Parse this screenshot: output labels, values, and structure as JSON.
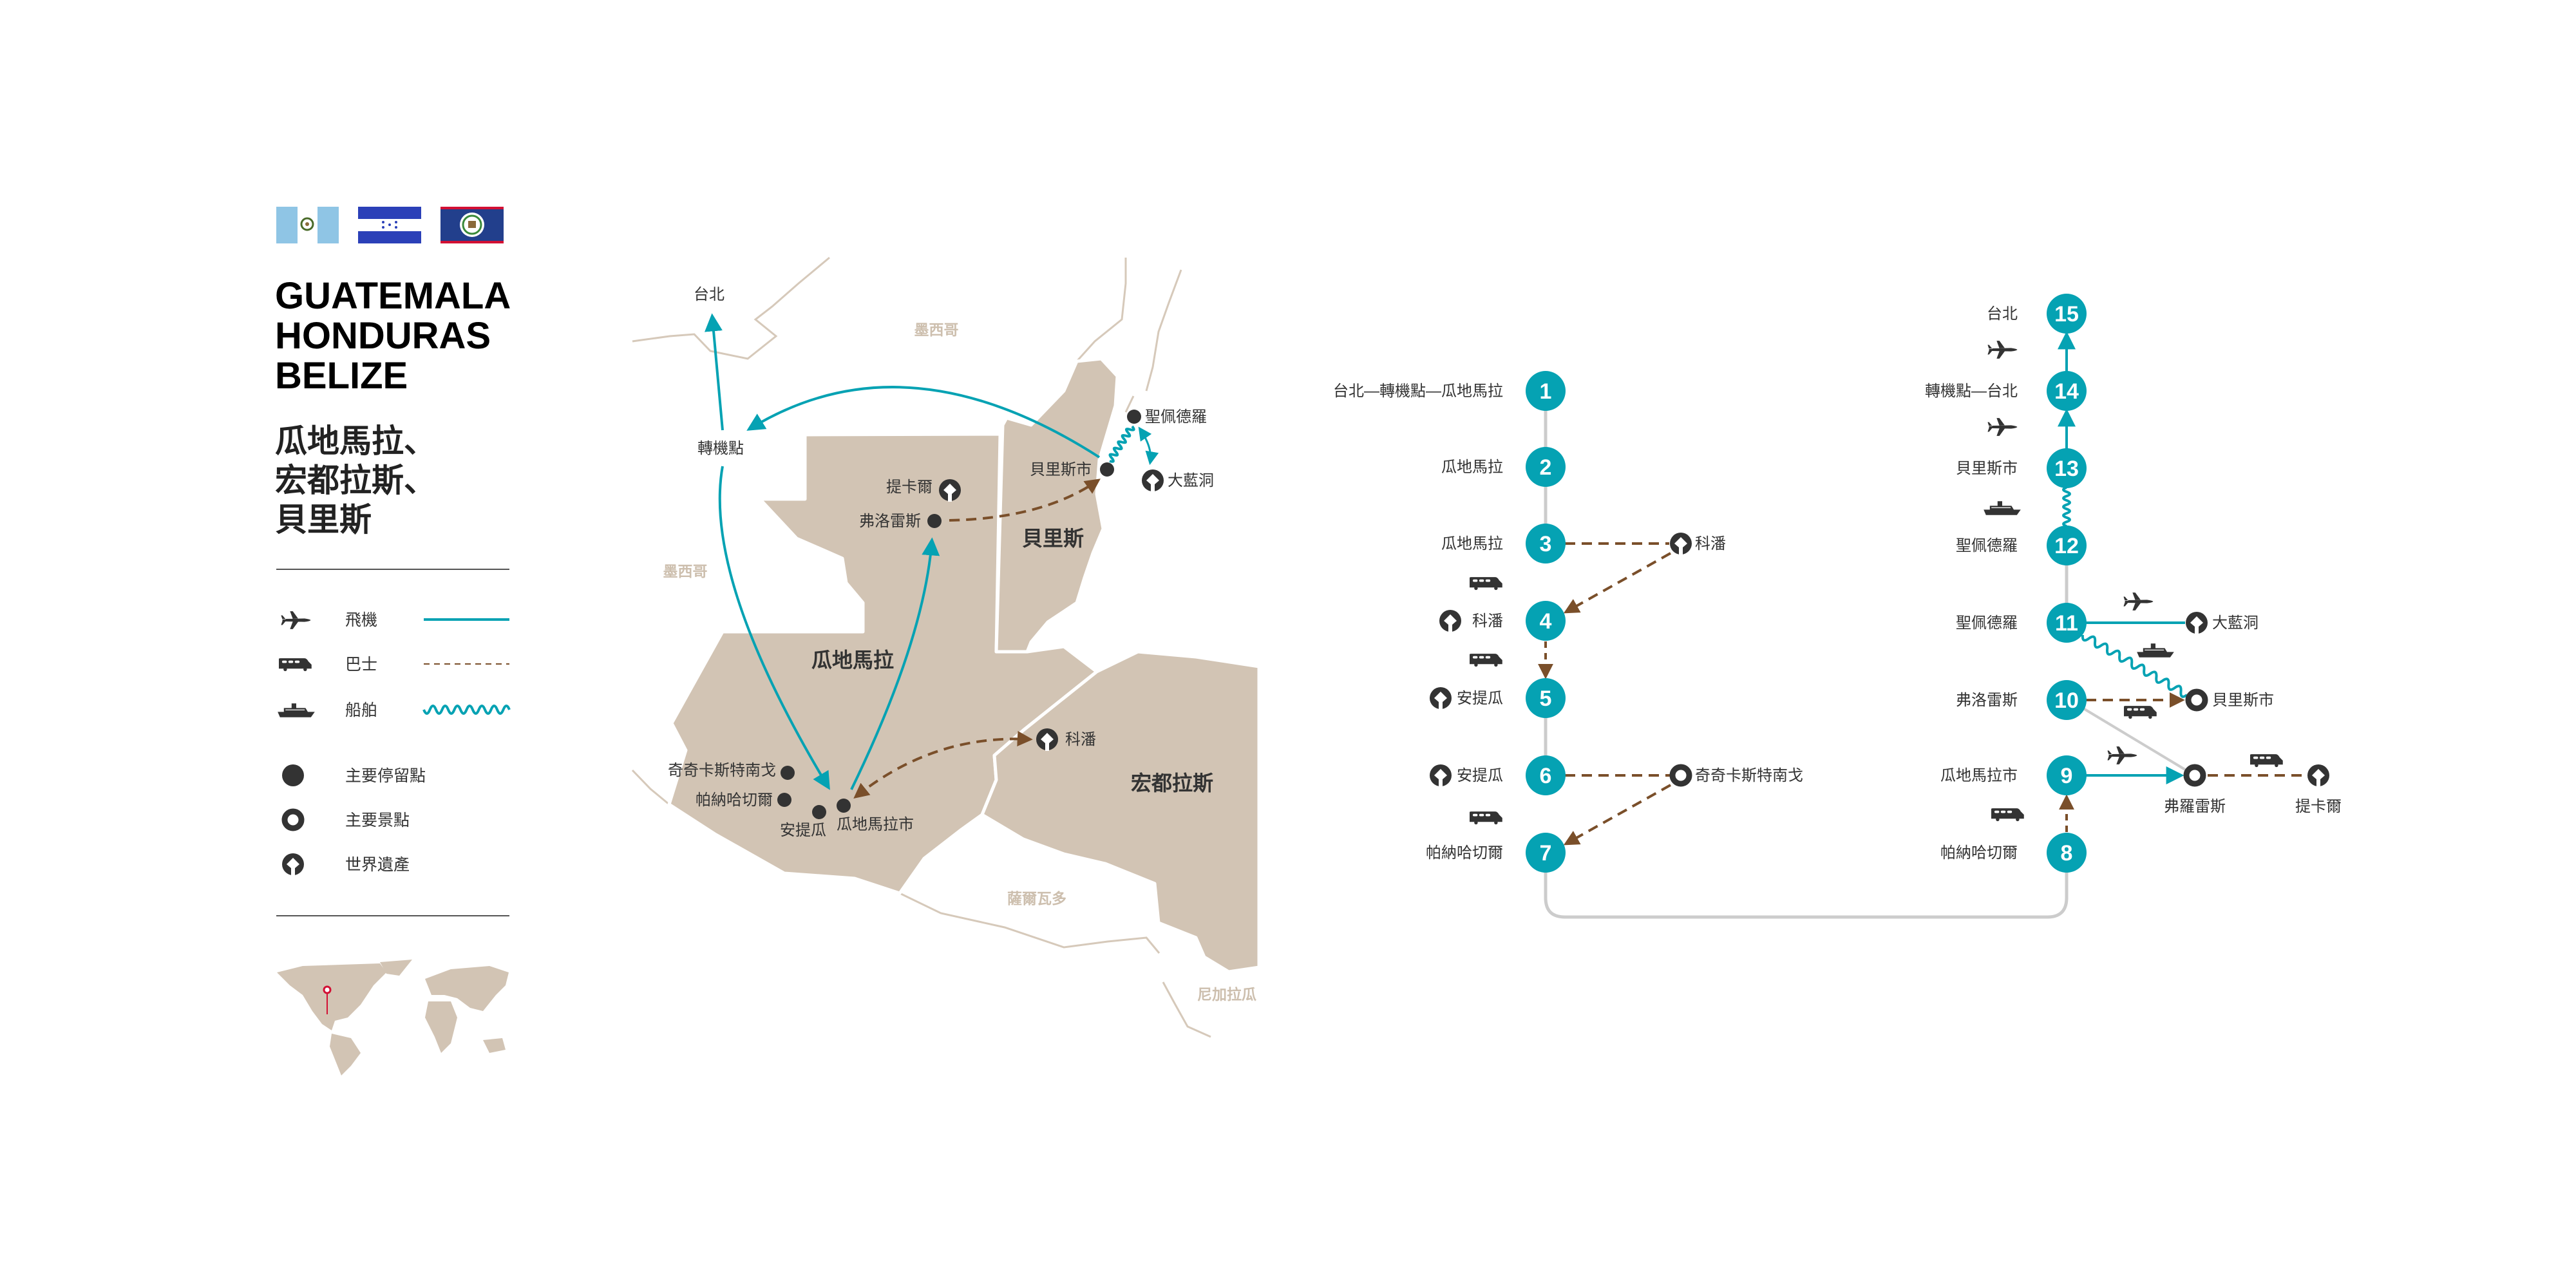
{
  "header": {
    "title_en": [
      "GUATEMALA",
      "HONDURAS",
      "BELIZE"
    ],
    "title_zh": [
      "瓜地馬拉、",
      "宏都拉斯、",
      "貝里斯"
    ]
  },
  "legend": {
    "transport": [
      {
        "icon": "plane-icon",
        "label": "飛機",
        "line": "solid-teal"
      },
      {
        "icon": "bus-icon",
        "label": "巴士",
        "line": "dashed-brown"
      },
      {
        "icon": "ship-icon",
        "label": "船舶",
        "line": "wavy-teal"
      }
    ],
    "points": [
      {
        "icon": "dot-icon",
        "label": "主要停留點"
      },
      {
        "icon": "ring-icon",
        "label": "主要景點"
      },
      {
        "icon": "heritage-icon",
        "label": "世界遺產"
      }
    ]
  },
  "map": {
    "taipei": "台北",
    "transfer": "轉機點",
    "mexico_top": "墨西哥",
    "mexico_left": "墨西哥",
    "tikal": "提卡爾",
    "flores": "弗洛雷斯",
    "belize": "貝里斯",
    "guatemala": "瓜地馬拉",
    "belize_city": "貝里斯市",
    "san_pedro": "聖佩德羅",
    "blue_hole": "大藍洞",
    "copan": "科潘",
    "honduras": "宏都拉斯",
    "chichicastenango": "奇奇卡斯特南戈",
    "panajachel": "帕納哈切爾",
    "antigua": "安提瓜",
    "guatemala_city": "瓜地馬拉市",
    "el_salvador": "薩爾瓦多",
    "nicaragua": "尼加拉瓜"
  },
  "itinerary": {
    "days": [
      {
        "num": "1",
        "label": "台北—轉機點—瓜地馬拉"
      },
      {
        "num": "2",
        "label": "瓜地馬拉"
      },
      {
        "num": "3",
        "label": "瓜地馬拉"
      },
      {
        "num": "4",
        "label": "科潘"
      },
      {
        "num": "5",
        "label": "安提瓜"
      },
      {
        "num": "6",
        "label": "安提瓜"
      },
      {
        "num": "7",
        "label": "帕納哈切爾"
      },
      {
        "num": "8",
        "label": "帕納哈切爾"
      },
      {
        "num": "9",
        "label": "瓜地馬拉市"
      },
      {
        "num": "10",
        "label": "弗洛雷斯"
      },
      {
        "num": "11",
        "label": "聖佩德羅"
      },
      {
        "num": "12",
        "label": "聖佩德羅"
      },
      {
        "num": "13",
        "label": "貝里斯市"
      },
      {
        "num": "14",
        "label": "轉機點—台北"
      },
      {
        "num": "15",
        "label": "台北"
      }
    ],
    "branches": {
      "copan": "科潘",
      "chichicastenango": "奇奇卡斯特南戈",
      "blue_hole": "大藍洞",
      "belize_city": "貝里斯市",
      "flores": "弗羅雷斯",
      "tikal": "提卡爾"
    }
  },
  "colors": {
    "teal": "#05a2b3",
    "brown": "#7a4f2a",
    "land": "#d2c4b4",
    "dark": "#333333"
  }
}
